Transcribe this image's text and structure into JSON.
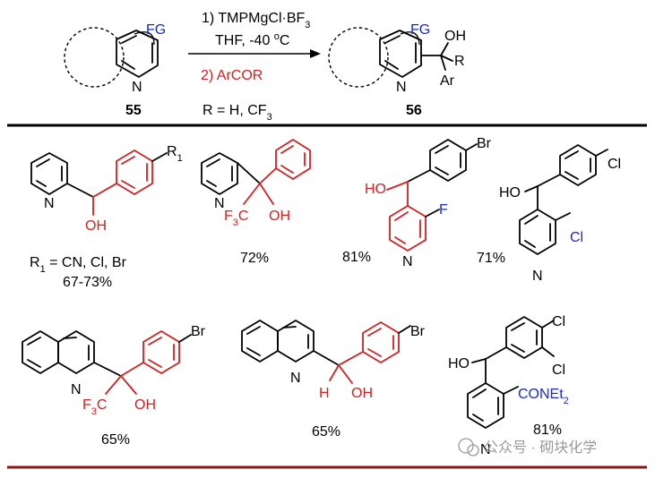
{
  "colors": {
    "black": "#000000",
    "red": "#d42020",
    "blue": "#1a2ad0",
    "rule_bottom": "#8b1414",
    "watermark": "#9a9a9a"
  },
  "scheme": {
    "start_label": "55",
    "product_label": "56",
    "fg_label": "FG",
    "n_label": "N",
    "oh_label": "OH",
    "r_label": "R",
    "ar_label": "Ar",
    "step1": "1) TMPMgCl·BF",
    "step1_sub": "3",
    "solvent": "THF, -40 ",
    "temp_sup": "o",
    "temp_unit": "C",
    "step2": "2) ArCOR",
    "r_def": "R = H, CF",
    "r_def_sub": "3"
  },
  "products": {
    "p1": {
      "r1": "R",
      "r1_sub": "1",
      "n": "N",
      "oh": "OH",
      "note_r": "R",
      "note_sub": "1",
      "note_rest": " = CN, Cl, Br",
      "yield": "67-73%"
    },
    "p2": {
      "n": "N",
      "cf3": "F",
      "cf3_sub": "3",
      "cf3_c": "C",
      "oh": "OH",
      "yield": "72%"
    },
    "p3": {
      "br": "Br",
      "ho": "HO",
      "f": "F",
      "n": "N",
      "yield": "81%"
    },
    "p4": {
      "cl": "Cl",
      "ho": "HO",
      "cl2": "Cl",
      "n": "N",
      "yield": "71%"
    },
    "p5": {
      "br": "Br",
      "n": "N",
      "cf3": "F",
      "cf3_sub": "3",
      "cf3_c": "C",
      "oh": "OH",
      "yield": "65%"
    },
    "p6": {
      "br": "Br",
      "n": "N",
      "h": "H",
      "oh": "OH",
      "yield": "65%"
    },
    "p7": {
      "cl1": "Cl",
      "cl2": "Cl",
      "ho": "HO",
      "amide": "CONEt",
      "amide_sub": "2",
      "n": "N",
      "yield": "81%"
    }
  },
  "watermark": {
    "text": "公众号 · 砌块化学"
  }
}
